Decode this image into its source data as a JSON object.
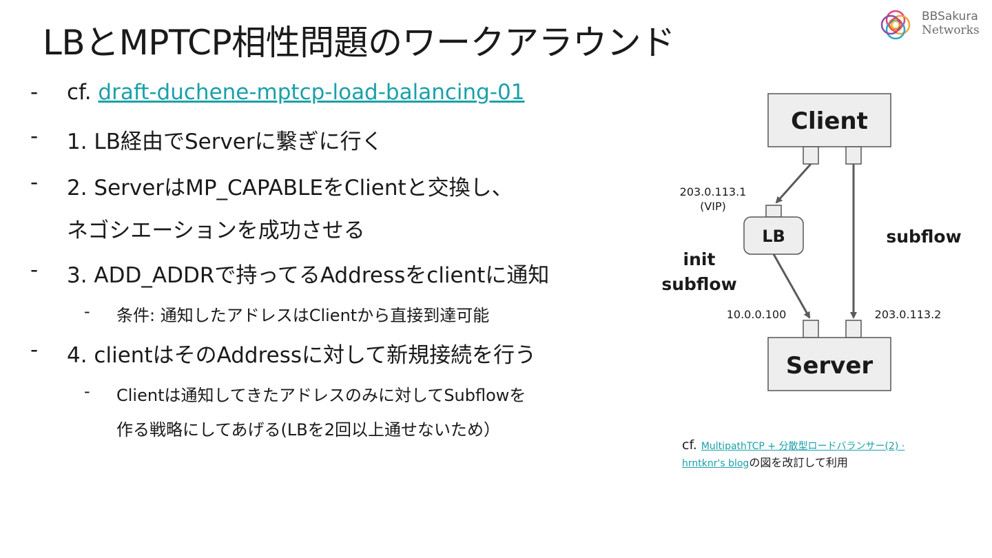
{
  "title": "LBとMPTCP相性問題のワークアラウンド",
  "logo": {
    "line1": "BBSakura",
    "line2": "Networks"
  },
  "bullets": {
    "dash": "-",
    "b0_prefix": "cf. ",
    "b0_link": "draft-duchene-mptcp-load-balancing-01",
    "b1": "1. LB経由でServerに繋ぎに行く",
    "b2_line1": "2. ServerはMP_CAPABLEをClientと交換し、",
    "b2_line2": "ネゴシエーションを成功させる",
    "b3": "3. ADD_ADDRで持ってるAddressをclientに通知",
    "b3_sub": "条件: 通知したアドレスはClientから直接到達可能",
    "b4": "4. clientはそのAddressに対して新規接続を行う",
    "b4_sub_line1": "Clientは通知してきたアドレスのみに対してSubflowを",
    "b4_sub_line2": "作る戦略にしてあげる(LBを2回以上通せないため）"
  },
  "diagram": {
    "client": "Client",
    "server": "Server",
    "lb": "LB",
    "vip_ip": "203.0.113.1",
    "vip_label": "(VIP)",
    "init_line1": "init",
    "init_line2": "subflow",
    "subflow": "subflow",
    "lb_server_ip": "10.0.0.100",
    "server_ip": "203.0.113.2"
  },
  "caption": {
    "prefix": "cf. ",
    "link_line1": "MultipathTCP + 分散型ロードバランサー(2) ·",
    "link_line2": "hrntknr's blog",
    "suffix": "の図を改訂して利用"
  },
  "colors": {
    "link": "#1aa0a8",
    "box_fill": "#eeeeee",
    "box_border": "#555555",
    "arrow": "#5a5a5a"
  }
}
